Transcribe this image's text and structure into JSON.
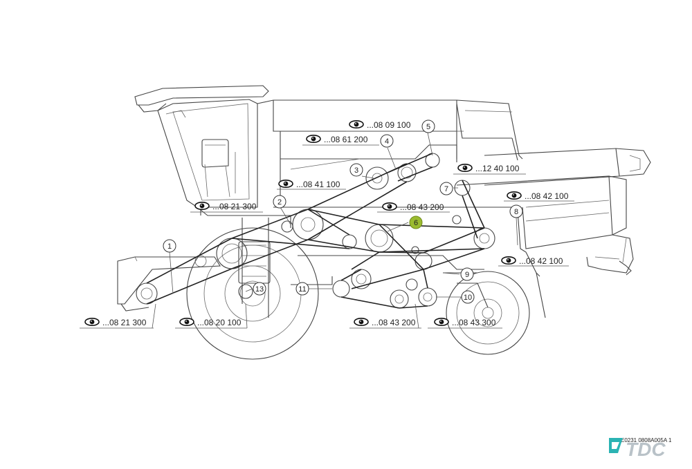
{
  "references": [
    {
      "id": "ref-08-09-100",
      "text": "...08 09 100"
    },
    {
      "id": "ref-08-61-200",
      "text": "...08 61 200"
    },
    {
      "id": "ref-12-40-100",
      "text": "...12 40 100"
    },
    {
      "id": "ref-08-41-100",
      "text": "...08 41 100"
    },
    {
      "id": "ref-08-42-100-top",
      "text": "...08 42 100"
    },
    {
      "id": "ref-08-21-300-top",
      "text": "...08 21 300"
    },
    {
      "id": "ref-08-43-200-mid",
      "text": "...08 43 200"
    },
    {
      "id": "ref-08-42-100-bottom",
      "text": "...08 42 100"
    },
    {
      "id": "ref-08-21-300-bottom",
      "text": "...08 21 300"
    },
    {
      "id": "ref-08-20-100",
      "text": "...08 20 100"
    },
    {
      "id": "ref-08-43-200-bottom",
      "text": "...08 43 200"
    },
    {
      "id": "ref-08-43-300",
      "text": "...08 43 300"
    }
  ],
  "callouts": [
    "1",
    "2",
    "3",
    "4",
    "5",
    "6",
    "7",
    "8",
    "9",
    "10",
    "11",
    "13"
  ],
  "highlight_color": "#9bbb2f",
  "footer_code": "E0231 0808A005A 1",
  "logo_text": "TDC",
  "icon": "eye-icon"
}
